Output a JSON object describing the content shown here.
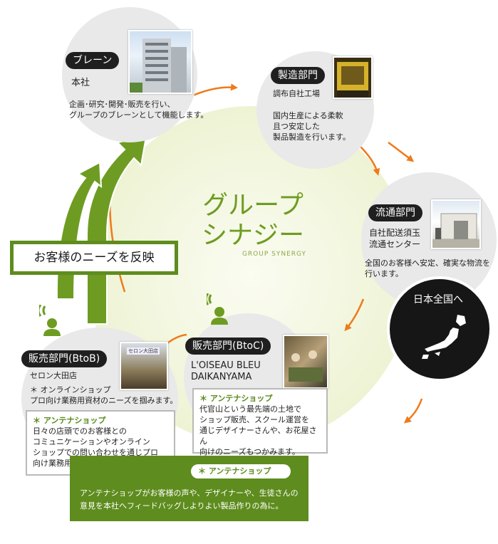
{
  "center": {
    "title_line1": "グループ",
    "title_line2": "シナジー",
    "subtitle": "GROUP SYNERGY"
  },
  "brain": {
    "label": "ブレーン",
    "location": "本社",
    "desc_line1": "企画･研究･開発･販売を行い、",
    "desc_line2": "グループのブレーンとして機能します。"
  },
  "manufacturing": {
    "label": "製造部門",
    "location": "調布自社工場",
    "desc_line1": "国内生産による柔軟",
    "desc_line2": "且つ安定した",
    "desc_line3": "製品製造を行います。"
  },
  "distribution": {
    "label": "流通部門",
    "location_line1": "自社配送須玉",
    "location_line2": "流通センター",
    "desc_line1": "全国のお客様へ安定、確実な物流を",
    "desc_line2": "行います。"
  },
  "nationwide": {
    "label": "日本全国へ"
  },
  "sales_btoc": {
    "label": "販売部門(BtoC)",
    "name_line1": "L'OISEAU BLEU",
    "name_line2": "DAIKANYAMA",
    "box_title": "＊ アンテナショップ",
    "box_line1": "代官山という最先端の土地で",
    "box_line2": "ショップ販売、スクール運営を",
    "box_line3": "通じデザイナーさんや、お花屋さん",
    "box_line4": "向けのニーズもつかみます。"
  },
  "sales_btob": {
    "label": "販売部門(BtoB)",
    "location": "セロン大田店",
    "note_line1": "＊ オンラインショップ",
    "note_line2": "プロ向け業務用資材のニーズを掴みます。",
    "box_title": "＊ アンテナショップ",
    "box_line1": "日々の店頭でのお客様との",
    "box_line2": "コミュニケーションやオンライン",
    "box_line3": "ショップでの問い合わせを通じプロ",
    "box_line4": "向け業務用資材のニーズも掴みます。",
    "sign_text": "セロン大田店"
  },
  "customer_needs": {
    "label": "お客様のニーズを反映"
  },
  "antenna_footer": {
    "pill": "＊ アンテナショップ",
    "line1": "アンテナショップがお客様の声や、デザイナーや、生徒さんの",
    "line2": "意見を本社へフィードバッグしよりよい製品作りの為に。"
  },
  "colors": {
    "green": "#5e8c1e",
    "orange": "#ef7a1a",
    "cycle_fill": "#f6f8e3",
    "dark": "#1f1f1f"
  }
}
